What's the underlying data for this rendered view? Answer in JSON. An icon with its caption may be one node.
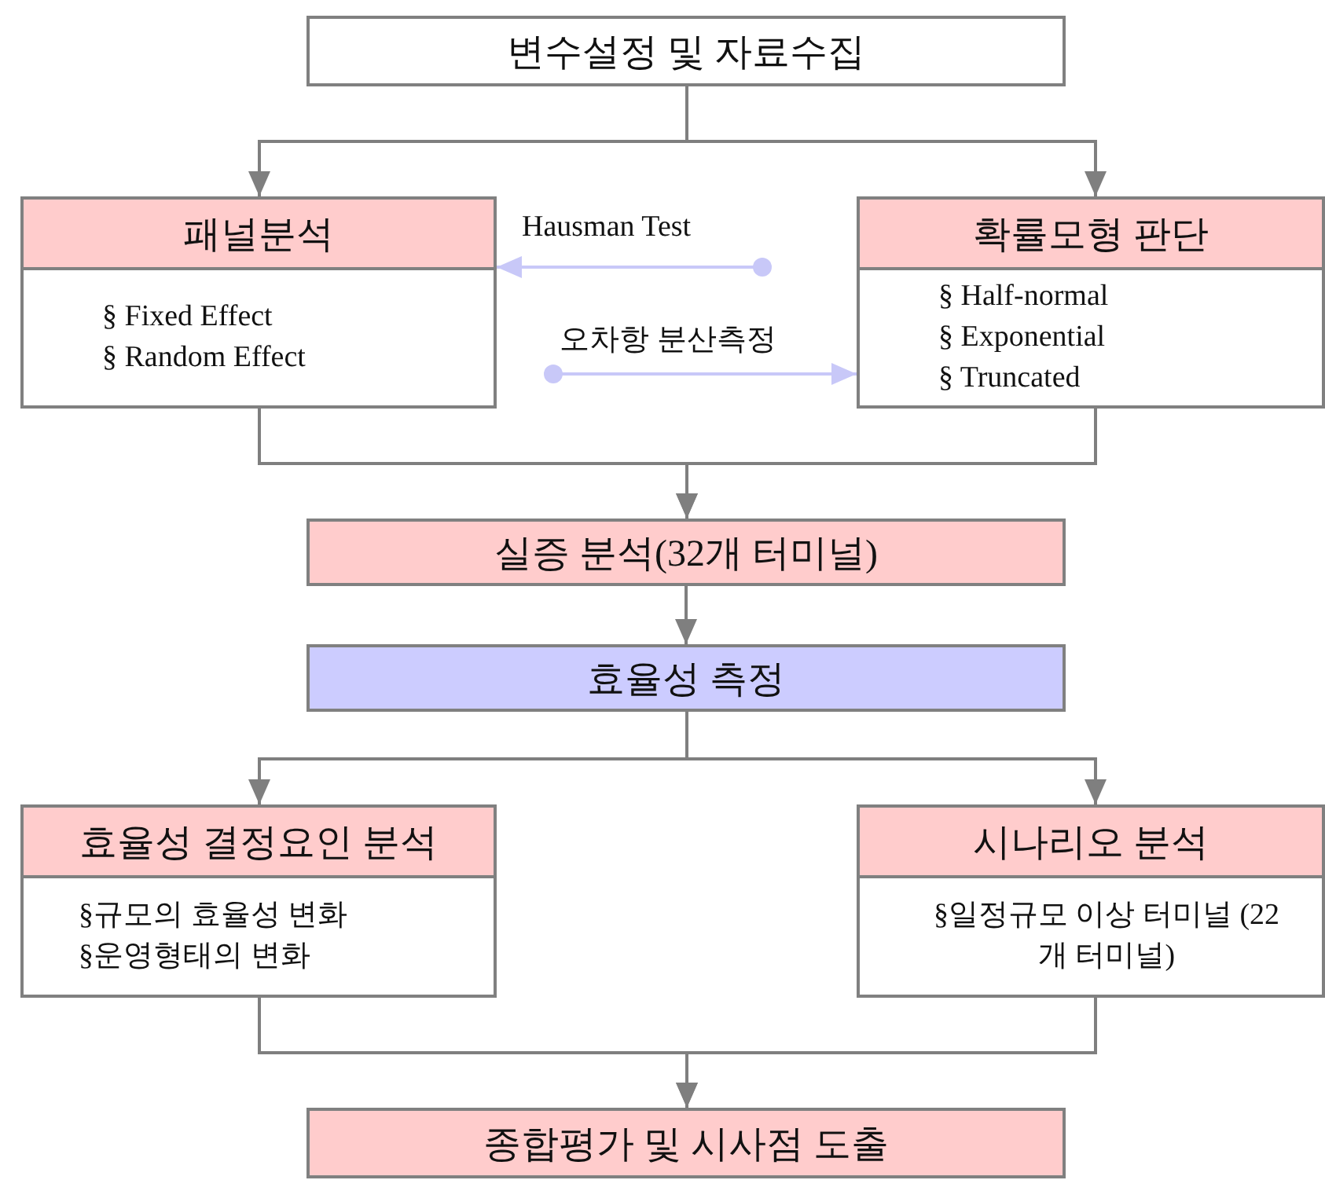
{
  "diagram": {
    "nodes": [
      {
        "text": [
          "변수설정 및 자료수집"
        ]
      },
      {
        "text": [
          "패널분석",
          "§ Fixed Effect",
          "§ Random Effect"
        ]
      },
      {
        "text": [
          "확률모형 판단",
          "§ Half-normal",
          "§ Exponential",
          "§ Truncated"
        ]
      },
      {
        "text": [
          "실증 분석(32개 터미널)"
        ]
      },
      {
        "text": [
          "효율성 측정"
        ]
      },
      {
        "text": [
          "효율성 결정요인 분석",
          "§규모의 효율성 변화",
          "§운영형태의 변화"
        ]
      },
      {
        "text": [
          "시나리오 분석",
          "§일정규모 이상 터미널 (22개 터미널)"
        ]
      },
      {
        "text": [
          "종합평가 및 시사점 도출"
        ]
      }
    ],
    "edges": [
      {
        "from": 0,
        "to": 1,
        "arrow": "to"
      },
      {
        "from": 0,
        "to": 2,
        "arrow": "to"
      },
      {
        "from": 1,
        "to": 3,
        "arrow": "to"
      },
      {
        "from": 2,
        "to": 3,
        "arrow": "to"
      },
      {
        "from": 3,
        "to": 4,
        "arrow": "to"
      },
      {
        "from": 4,
        "to": 5,
        "arrow": "to"
      },
      {
        "from": 4,
        "to": 6,
        "arrow": "to"
      },
      {
        "from": 5,
        "to": 7,
        "arrow": "to"
      },
      {
        "from": 6,
        "to": 7,
        "arrow": "to"
      },
      {
        "from": null,
        "to": 1,
        "arrow": "to",
        "label": "Hausman Test",
        "color": "#c8c8f8"
      },
      {
        "from": null,
        "to": 2,
        "arrow": "to",
        "label": "오차항 분산측정",
        "color": "#c8c8f8"
      }
    ]
  }
}
